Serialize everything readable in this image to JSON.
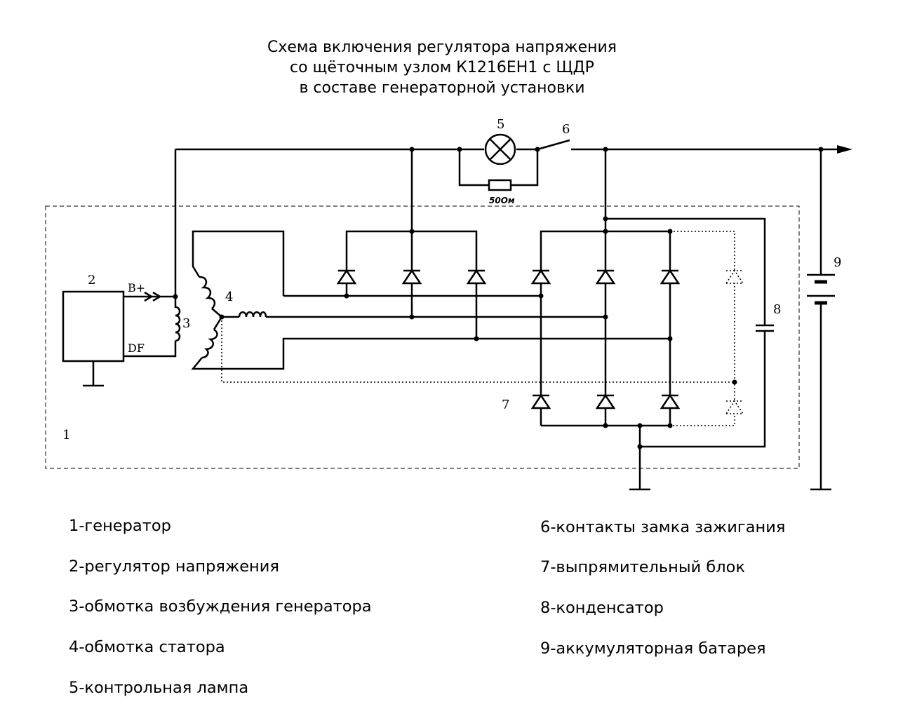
{
  "title": {
    "line1": "Схема включения регулятора  напряжения",
    "line2": "со щёточным узлом К1216ЕН1 с ЩДР",
    "line3": "в составе генераторной установки"
  },
  "diagram": {
    "labels": {
      "n1": "1",
      "n2": "2",
      "n3": "3",
      "n4": "4",
      "n5": "5",
      "n6": "6",
      "n7": "7",
      "n8": "8",
      "n9": "9",
      "b_plus": "B+",
      "df": "DF",
      "resistor": "50Ом"
    }
  },
  "legend": {
    "left": [
      "1-генератор",
      "2-регулятор напряжения",
      "3-обмотка возбуждения генератора",
      "4-обмотка статора",
      "5-контрольная лампа"
    ],
    "right": [
      "6-контакты замка зажигания",
      "7-выпрямительный блок",
      "8-конденсатор",
      "9-аккумуляторная батарея"
    ]
  },
  "colors": {
    "ink": "#000000",
    "background": "#ffffff"
  }
}
